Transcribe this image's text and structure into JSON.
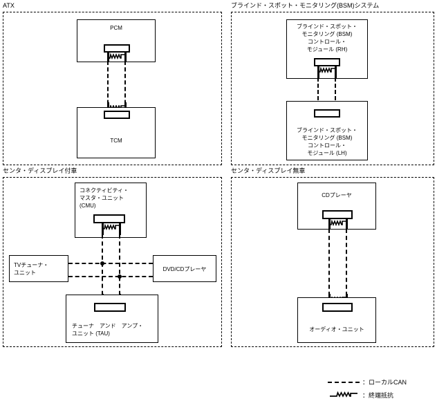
{
  "diagram": {
    "title_hidden": "",
    "panels": [
      {
        "id": "atx",
        "label": "ATX",
        "modules": [
          {
            "id": "pcm",
            "name": "PCM",
            "lines": [
              "PCM"
            ]
          },
          {
            "id": "tcm",
            "name": "TCM",
            "lines": [
              "TCM"
            ]
          }
        ]
      },
      {
        "id": "bsm",
        "label": "ブラインド・スポット・モニタリング(BSM)システム",
        "modules": [
          {
            "id": "bsm-rh",
            "name": "BSM control module RH",
            "lines": [
              "ブラインド・スポット・",
              "モニタリング (BSM)",
              "コントロール・",
              "モジュール (RH)"
            ]
          },
          {
            "id": "bsm-lh",
            "name": "BSM control module LH",
            "lines": [
              "ブラインド・スポット・",
              "モニタリング (BSM)",
              "コントロール・",
              "モジュール (LH)"
            ]
          }
        ]
      },
      {
        "id": "center-display-equipped",
        "label": "センタ・ディスプレイ付車",
        "modules": [
          {
            "id": "cmu",
            "name": "CMU",
            "lines": [
              "コネクティビティ・",
              "マスタ・ユニット",
              "(CMU)"
            ]
          },
          {
            "id": "tv-tuner",
            "name": "TV tuner unit",
            "lines": [
              "TVチューナ・",
              "ユニット"
            ]
          },
          {
            "id": "dvd-cd",
            "name": "DVD/CD player",
            "lines": [
              "DVD/CDプレーヤ"
            ]
          },
          {
            "id": "tau",
            "name": "TAU",
            "lines": [
              "チューナ　アンド　アンプ・",
              "ユニット (TAU)"
            ]
          }
        ]
      },
      {
        "id": "center-display-none",
        "label": "センタ・ディスプレイ無車",
        "modules": [
          {
            "id": "cd-player",
            "name": "CD player",
            "lines": [
              "CDプレーヤ"
            ]
          },
          {
            "id": "audio-unit",
            "name": "Audio unit",
            "lines": [
              "オーディオ・ユニット"
            ]
          }
        ]
      }
    ],
    "legend": {
      "items": [
        {
          "symbol": "dash-dot-line",
          "separator": "：",
          "label": "ローカルCAN"
        },
        {
          "symbol": "resistor-coil",
          "separator": "：",
          "label": "終端抵抗"
        }
      ]
    },
    "colors": {
      "line": "#000000",
      "background": "#ffffff",
      "box_fill": "#ffffff"
    }
  }
}
